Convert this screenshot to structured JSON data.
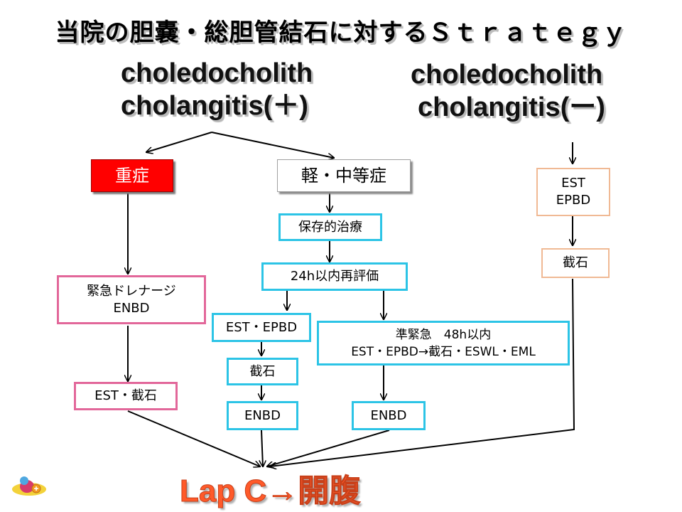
{
  "title": "当院の胆嚢・総胆管結石に対するＳｔｒａｔｅｇｙ",
  "left_heading": {
    "line1": "choledocholith",
    "line2": "cholangitis(＋)"
  },
  "right_heading": {
    "line1": "choledocholith",
    "line2": "cholangitis(ー)"
  },
  "severity": {
    "severe": "重症",
    "mild_moderate": "軽・中等症"
  },
  "severe_path": {
    "drainage_line1": "緊急ドレナージ",
    "drainage_line2": "ENBD",
    "est_stone": "EST・截石"
  },
  "mild_path": {
    "conservative": "保存的治療",
    "reassess": "24h以内再評価",
    "est_epbd": "EST・EPBD",
    "stone": "截石",
    "enbd": "ENBD",
    "semi_urgent_line1": "準緊急　48h以内",
    "semi_urgent_line2": "EST・EPBD→截石・ESWL・EML",
    "enbd2": "ENBD"
  },
  "negative_path": {
    "est_line1": "EST",
    "est_line2": "EPBD",
    "stone": "截石"
  },
  "final": "Lap C→開腹",
  "colors": {
    "severe_red": "#ff0000",
    "box_cyan": "#2cc4e6",
    "box_pink": "#e2679a",
    "box_peach": "#f0b994",
    "final_orange": "#ff5a2a"
  },
  "logo": {
    "icon": "hospital-logo-icon"
  }
}
